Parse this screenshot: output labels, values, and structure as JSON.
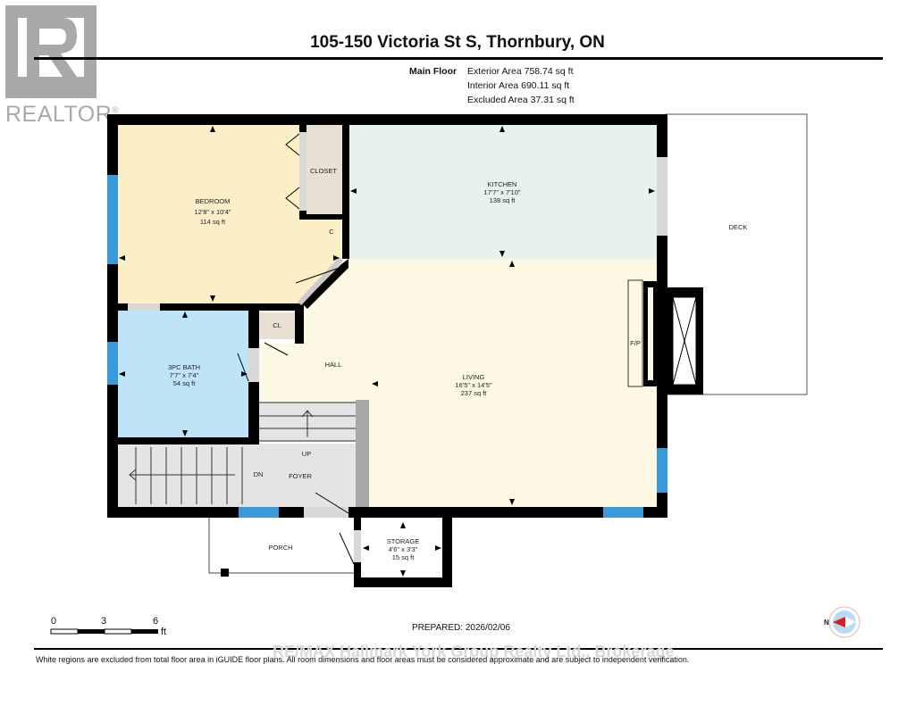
{
  "logo": {
    "text": "REALTOR",
    "mark": "®",
    "color": "#a9a9a9"
  },
  "title": "105-150 Victoria St S, Thornbury, ON",
  "floor": {
    "name": "Main Floor",
    "exterior_area": "Exterior Area 758.74 sq ft",
    "interior_area": "Interior Area 690.11 sq ft",
    "excluded_area": "Excluded Area 37.31 sq ft"
  },
  "rooms": {
    "bedroom": {
      "name": "BEDROOM",
      "dims": "12'8\" x 10'4\"",
      "area": "114 sq ft",
      "color": "#fcefc7"
    },
    "closet": {
      "name": "CLOSET",
      "color": "#e9e0d3"
    },
    "c": {
      "name": "C"
    },
    "kitchen": {
      "name": "KITCHEN",
      "dims": "17'7\" x 7'10\"",
      "area": "138 sq ft",
      "color": "#e6f3ec"
    },
    "deck": {
      "name": "DECK"
    },
    "bath": {
      "name": "3PC BATH",
      "dims": "7'7\" x 7'4\"",
      "area": "54 sq ft",
      "color": "#bfe3f7"
    },
    "cl": {
      "name": "CL"
    },
    "hall": {
      "name": "HALL"
    },
    "living": {
      "name": "LIVING",
      "dims": "16'5\" x 14'5\"",
      "area": "237 sq ft",
      "color": "#fdf8e3"
    },
    "fireplace": {
      "name": "F/P"
    },
    "foyer": {
      "name": "FOYER",
      "color": "#e4e4e4"
    },
    "up": {
      "name": "UP"
    },
    "dn": {
      "name": "DN"
    },
    "porch": {
      "name": "PORCH"
    },
    "storage": {
      "name": "STORAGE",
      "dims": "4'6\" x 3'3\"",
      "area": "15 sq ft"
    }
  },
  "colors": {
    "wall": "#000000",
    "window": "#3a9ad9",
    "stairs": "#e4e4e4"
  },
  "scale": {
    "ticks": [
      "0",
      "3",
      "6"
    ],
    "unit": "ft"
  },
  "prepared": "PREPARED: 2026/02/06",
  "compass": {
    "label": "N"
  },
  "watermark": "RE/MAX Hallmark York Group Realty Ltd., Brokerage",
  "footer": "White regions are excluded from total floor area in iGUIDE floor plans. All room dimensions and floor areas must be considered approximate and are subject to independent verification."
}
